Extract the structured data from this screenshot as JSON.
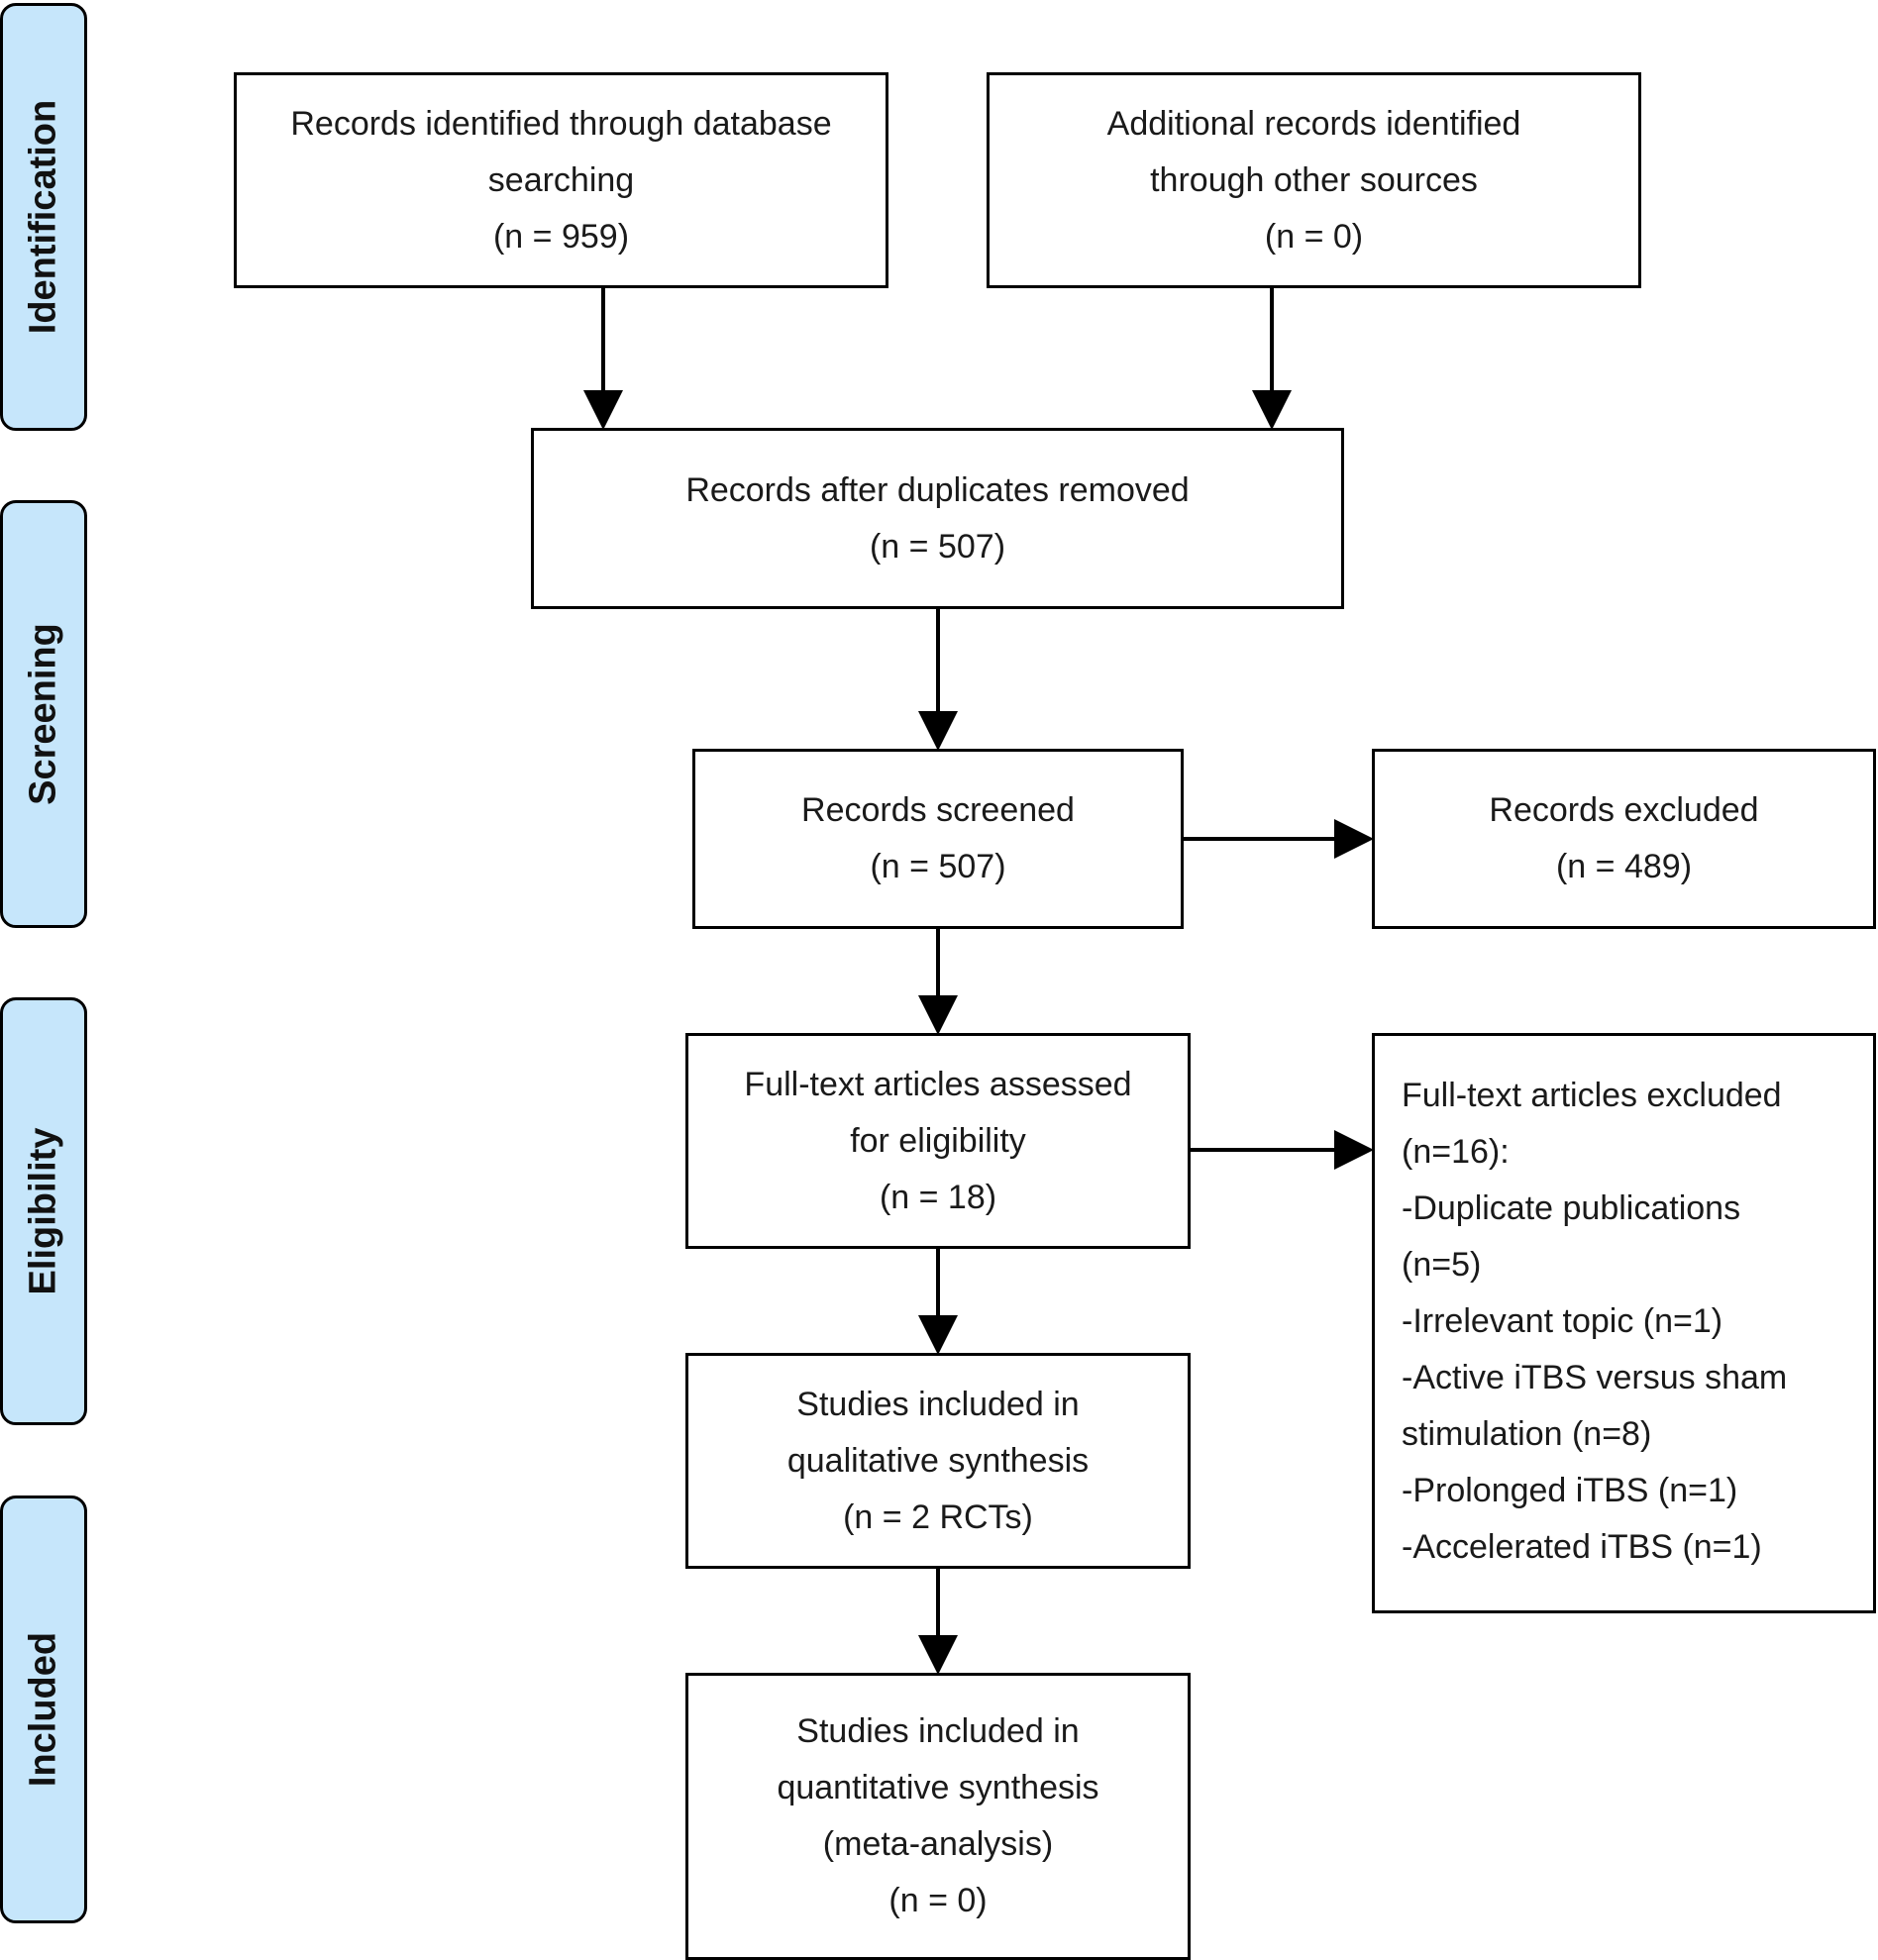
{
  "stages": {
    "identification": "Identification",
    "screening": "Screening",
    "eligibility": "Eligibility",
    "included": "Included"
  },
  "boxes": {
    "database_records": [
      "Records identified through database",
      "searching",
      "(n = 959)"
    ],
    "other_sources": [
      "Additional records identified",
      "through other sources",
      "(n = 0)"
    ],
    "duplicates_removed": [
      "Records after duplicates removed",
      "(n = 507)"
    ],
    "screened": [
      "Records screened",
      "(n = 507)"
    ],
    "excluded": [
      "Records excluded",
      "(n = 489)"
    ],
    "fulltext_assessed": [
      "Full-text articles assessed",
      "for eligibility",
      "(n = 18)"
    ],
    "fulltext_excluded": [
      "Full-text articles excluded",
      "(n=16):",
      "-Duplicate publications",
      "(n=5)",
      "-Irrelevant topic (n=1)",
      "-Active iTBS versus sham",
      "stimulation (n=8)",
      "-Prolonged iTBS (n=1)",
      "-Accelerated iTBS (n=1)"
    ],
    "qualitative": [
      "Studies included in",
      "qualitative synthesis",
      "(n = 2 RCTs)"
    ],
    "quantitative": [
      "Studies included in",
      "quantitative synthesis",
      "(meta-analysis)",
      "(n = 0)"
    ]
  }
}
